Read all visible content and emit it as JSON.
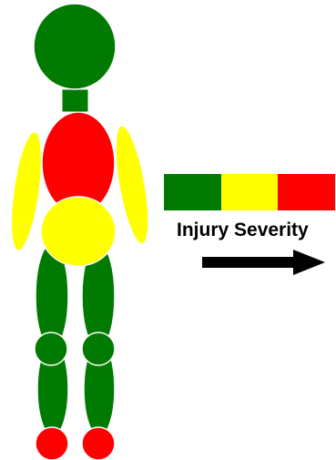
{
  "legend": {
    "label": "Injury Severity",
    "scale": [
      {
        "level": "low",
        "color": "#007a00"
      },
      {
        "level": "medium",
        "color": "#ffff00"
      },
      {
        "level": "high",
        "color": "#ff0000"
      }
    ]
  },
  "body_parts": [
    {
      "part": "head",
      "severity": "low"
    },
    {
      "part": "neck",
      "severity": "low"
    },
    {
      "part": "chest",
      "severity": "high"
    },
    {
      "part": "left-arm",
      "severity": "medium"
    },
    {
      "part": "right-arm",
      "severity": "medium"
    },
    {
      "part": "abdomen",
      "severity": "medium"
    },
    {
      "part": "left-upper-leg",
      "severity": "low"
    },
    {
      "part": "right-upper-leg",
      "severity": "low"
    },
    {
      "part": "left-knee",
      "severity": "low"
    },
    {
      "part": "right-knee",
      "severity": "low"
    },
    {
      "part": "left-lower-leg",
      "severity": "low"
    },
    {
      "part": "right-lower-leg",
      "severity": "low"
    },
    {
      "part": "left-foot",
      "severity": "high"
    },
    {
      "part": "right-foot",
      "severity": "high"
    }
  ]
}
